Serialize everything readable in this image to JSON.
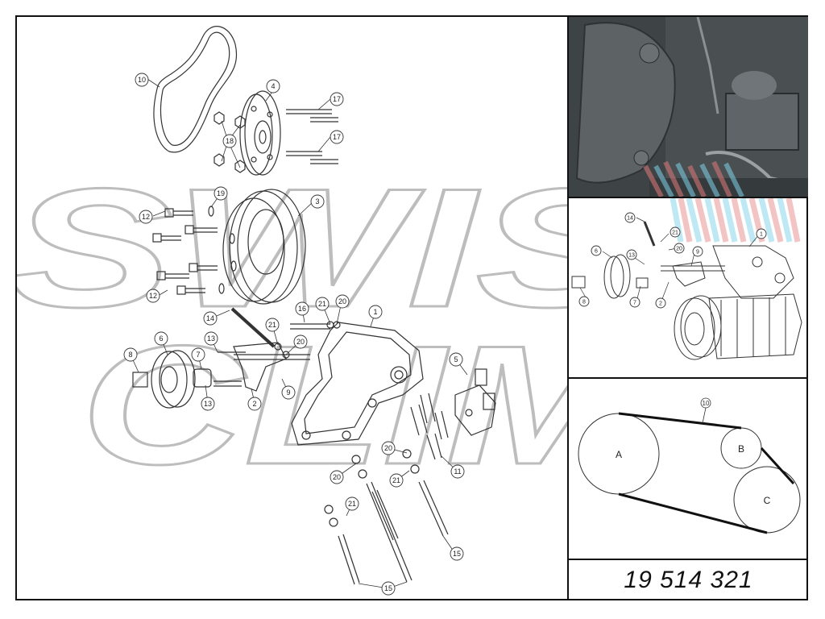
{
  "watermark": {
    "line1": "SWISS",
    "line2": "CLIMA"
  },
  "main_diagram": {
    "callouts": [
      {
        "label": "10"
      },
      {
        "label": "4"
      },
      {
        "label": "17"
      },
      {
        "label": "17"
      },
      {
        "label": "18"
      },
      {
        "label": "19"
      },
      {
        "label": "3"
      },
      {
        "label": "12"
      },
      {
        "label": "12"
      },
      {
        "label": "14"
      },
      {
        "label": "16"
      },
      {
        "label": "21"
      },
      {
        "label": "20"
      },
      {
        "label": "1"
      },
      {
        "label": "21"
      },
      {
        "label": "20"
      },
      {
        "label": "6"
      },
      {
        "label": "13"
      },
      {
        "label": "8"
      },
      {
        "label": "7"
      },
      {
        "label": "13"
      },
      {
        "label": "2"
      },
      {
        "label": "9"
      },
      {
        "label": "5"
      },
      {
        "label": "20"
      },
      {
        "label": "11"
      },
      {
        "label": "20"
      },
      {
        "label": "21"
      },
      {
        "label": "21"
      },
      {
        "label": "15"
      },
      {
        "label": "15"
      }
    ]
  },
  "inset_diagram": {
    "callouts": [
      {
        "label": "14"
      },
      {
        "label": "21"
      },
      {
        "label": "20"
      },
      {
        "label": "9"
      },
      {
        "label": "1"
      },
      {
        "label": "6"
      },
      {
        "label": "13"
      },
      {
        "label": "8"
      },
      {
        "label": "7"
      },
      {
        "label": "2"
      }
    ]
  },
  "belt_diagram": {
    "belt_label": "10",
    "pulleys": [
      {
        "label": "A"
      },
      {
        "label": "B"
      },
      {
        "label": "C"
      }
    ]
  },
  "part_number": "19 514 321",
  "colors": {
    "line": "#333333",
    "watermark": "#b5b5b5",
    "photo_dark": "#4a4f52"
  }
}
